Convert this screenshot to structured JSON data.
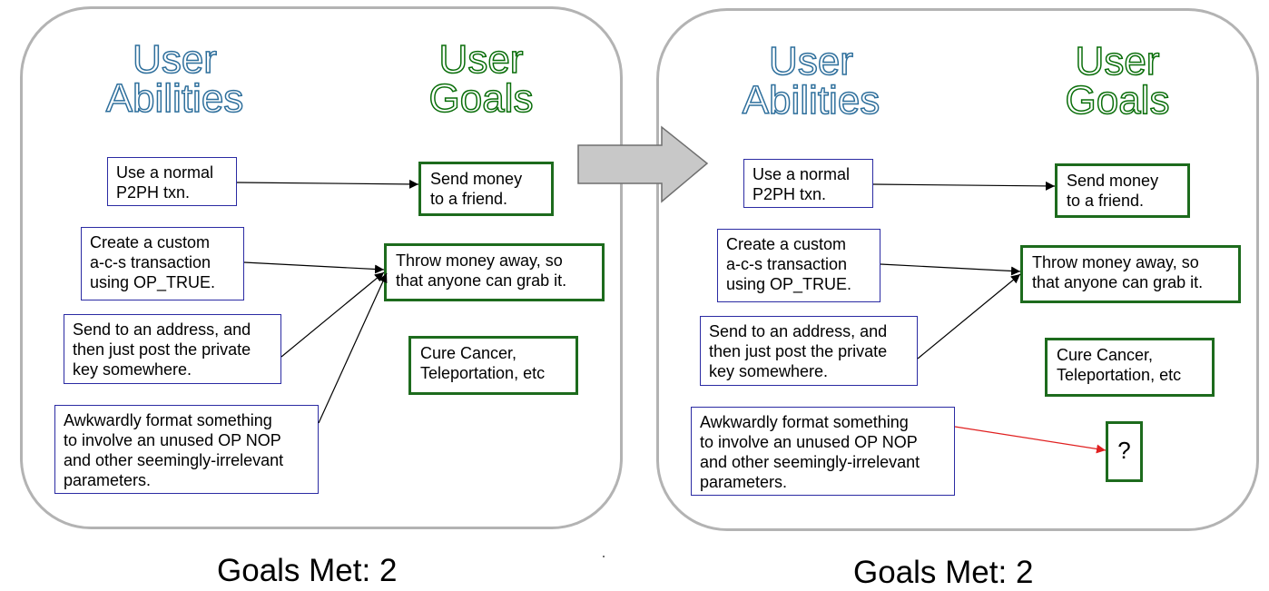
{
  "left_panel": {
    "heading_abilities": "User\nAbilities",
    "heading_goals": "User\nGoals",
    "abilities": [
      "Use a normal\nP2PH txn.",
      "Create a custom\na-c-s transaction\nusing OP_TRUE.",
      "Send to an address, and\nthen just post the private\nkey somewhere.",
      "Awkwardly format something\nto involve an unused OP NOP\nand other seemingly-irrelevant\nparameters."
    ],
    "goals": [
      "Send money\nto a friend.",
      "Throw money away, so\nthat anyone can grab it.",
      "Cure Cancer,\nTeleportation, etc"
    ],
    "footer": "Goals Met: 2"
  },
  "right_panel": {
    "heading_abilities": "User\nAbilities",
    "heading_goals": "User\nGoals",
    "abilities": [
      "Use a normal\nP2PH txn.",
      "Create a custom\na-c-s transaction\nusing OP_TRUE.",
      "Send to an address, and\nthen just post the private\nkey somewhere.",
      "Awkwardly format something\nto involve an unused OP NOP\nand other seemingly-irrelevant\nparameters."
    ],
    "goals": [
      "Send money\nto a friend.",
      "Throw money away, so\nthat anyone can grab it.",
      "Cure Cancer,\nTeleportation, etc",
      "?"
    ],
    "footer": "Goals Met: 2"
  },
  "colors": {
    "abilities_heading": "#2e6f9c",
    "goals_heading": "#0a6e0a",
    "ability_border": "#2b2ba3",
    "goal_border": "#1d6b1d",
    "new_edge": "#e02020",
    "transition_arrow": "#c8c8c8"
  }
}
